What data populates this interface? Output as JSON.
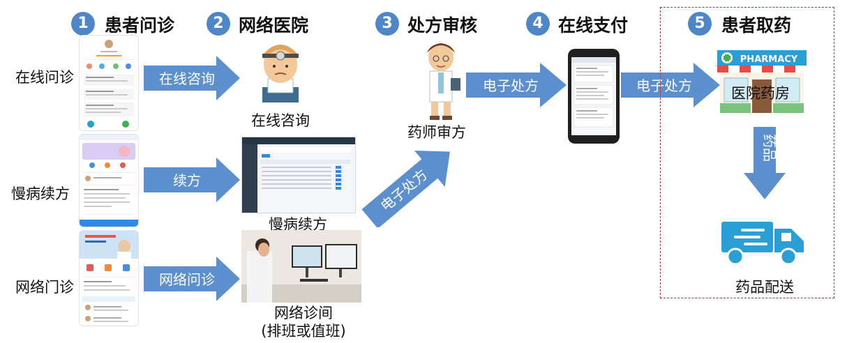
{
  "steps": [
    {
      "num": "1",
      "title": "患者问诊"
    },
    {
      "num": "2",
      "title": "网络医院"
    },
    {
      "num": "3",
      "title": "处方审核"
    },
    {
      "num": "4",
      "title": "在线支付"
    },
    {
      "num": "5",
      "title": "患者取药"
    }
  ],
  "rows": [
    {
      "label": "在线问诊"
    },
    {
      "label": "慢病续方"
    },
    {
      "label": "网络门诊"
    }
  ],
  "arrows": {
    "consult": "在线咨询",
    "renew": "续方",
    "clinic": "网络问诊",
    "eprescription_diag": "电子处方",
    "eprescription_1": "电子处方",
    "eprescription_2": "电子处方",
    "medicine": "药品"
  },
  "captions": {
    "online_consult": "在线咨询",
    "chronic_renew": "慢病续方",
    "clinic_line1": "网络诊间",
    "clinic_line2": "(排班或值班)",
    "pharmacist_review": "药师审方",
    "hospital_pharmacy": "医院药房",
    "delivery": "药品配送"
  },
  "pharmacy_sign": "PHARMACY",
  "colors": {
    "accent_blue": "#4f86c8",
    "arrow_blue": "#5b8fce",
    "dashed_border": "#b03a3a",
    "app_blue": "#2f8ae6",
    "truck_blue": "#2a9fd6"
  }
}
